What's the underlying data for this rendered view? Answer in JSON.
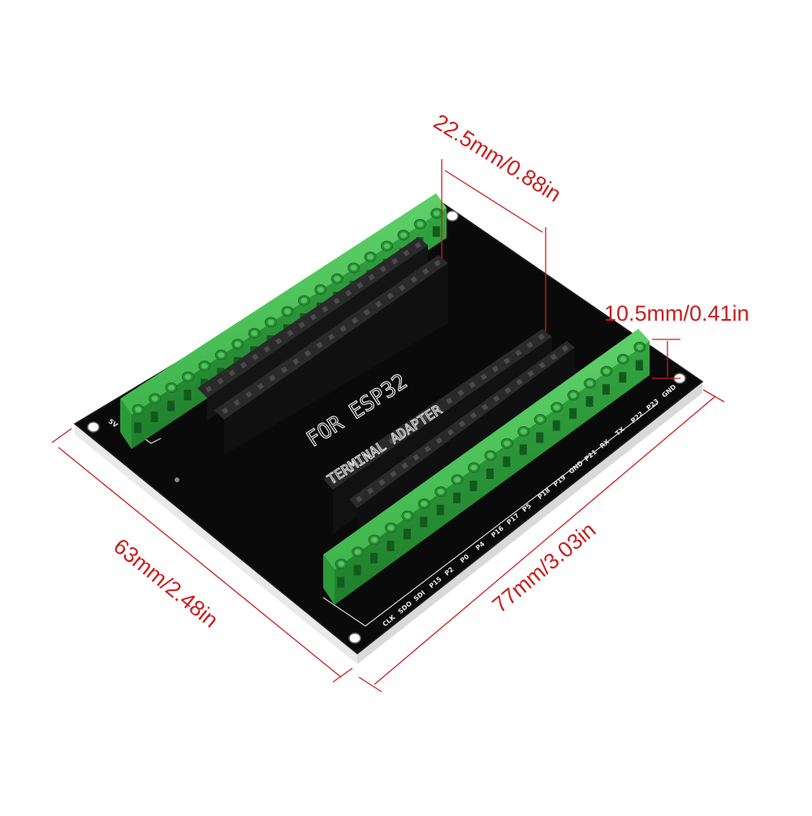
{
  "dimensions": {
    "header_width": "22.5mm/0.88in",
    "terminal_height": "10.5mm/0.41in",
    "board_width": "63mm/2.48in",
    "board_length": "77mm/3.03in"
  },
  "board": {
    "title_line1": "FOR ESP32",
    "title_line2": "TERMINAL ADAPTER",
    "corner_label": "5V",
    "pin_labels": [
      "CLK",
      "SDO",
      "SDI",
      "P15",
      "P2",
      "P0",
      "P4",
      "P16",
      "P17",
      "P5",
      "P18",
      "P19",
      "GND",
      "P21",
      "RX",
      "TX",
      "P22",
      "P23",
      "GND"
    ]
  },
  "colors": {
    "dimension": "#cc1d1d",
    "pcb": "#0b0b0b",
    "terminal_green": "#37a945",
    "header_black": "#1b1b1b"
  }
}
